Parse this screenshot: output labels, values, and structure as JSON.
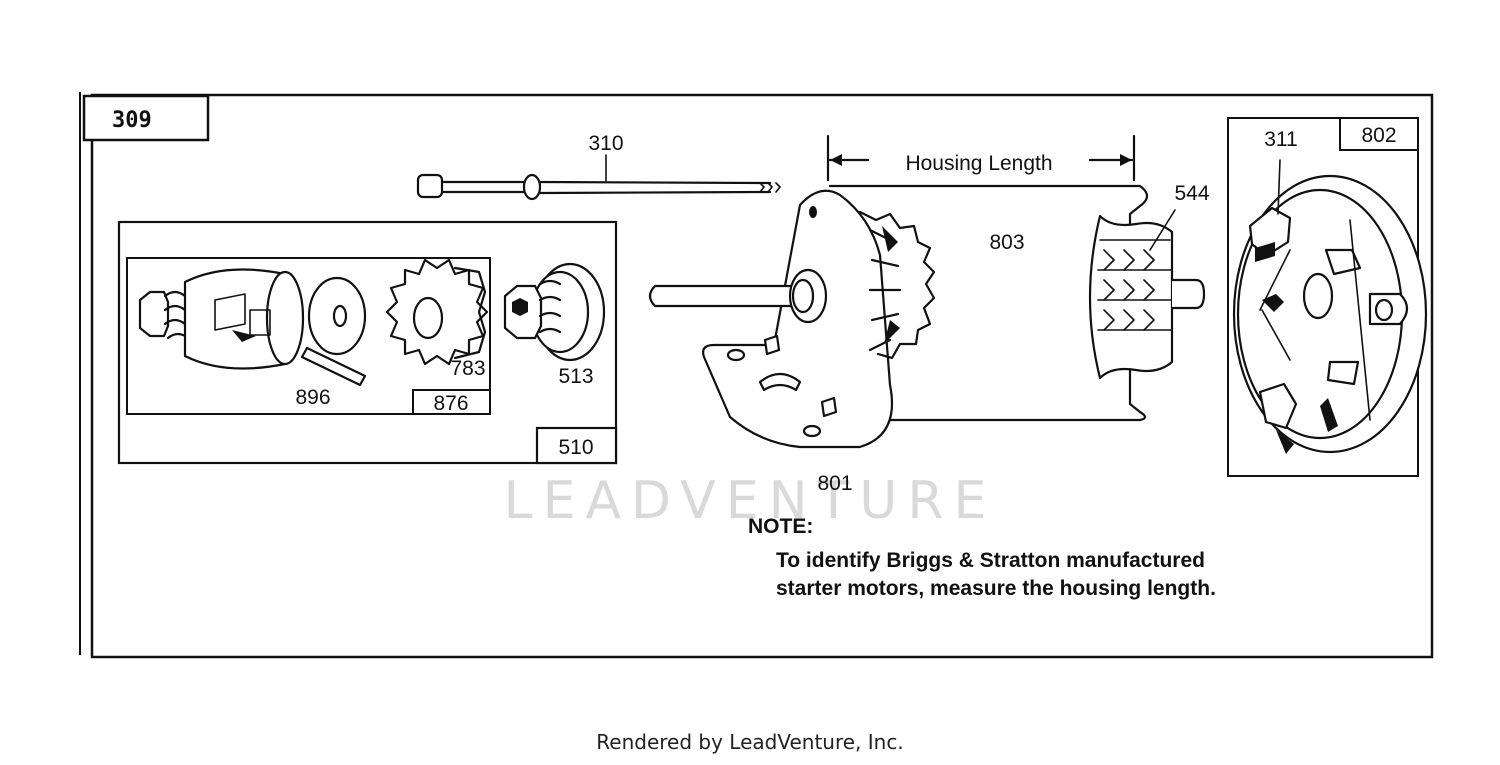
{
  "diagram": {
    "figure_number": "309",
    "watermark": "LEADVENTURE",
    "housing_length_label": "Housing Length",
    "parts": {
      "p310": "310",
      "p510": "510",
      "p876": "876",
      "p896": "896",
      "p783": "783",
      "p513": "513",
      "p801": "801",
      "p803": "803",
      "p544": "544",
      "p311": "311",
      "p802": "802"
    },
    "note": {
      "heading": "NOTE:",
      "line1": "To identify Briggs & Stratton manufactured",
      "line2": "starter motors, measure the housing length."
    }
  },
  "footer": {
    "text": "Rendered by LeadVenture, Inc."
  }
}
